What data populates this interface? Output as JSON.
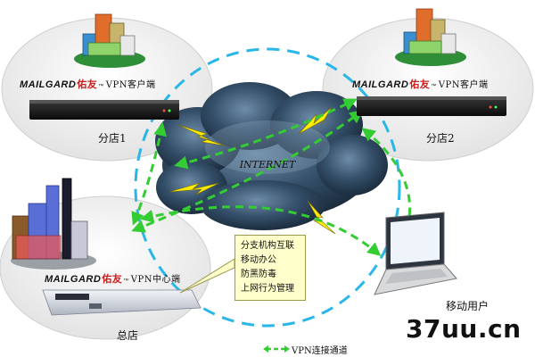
{
  "diagram": {
    "cloud_label": "INTERNET",
    "branch1": {
      "label": "分店1",
      "brand_mail": "MAILGARD",
      "brand_cn": "佑友",
      "brand_tm": "™",
      "role": "VPN客户端"
    },
    "branch2": {
      "label": "分店2",
      "brand_mail": "MAILGARD",
      "brand_cn": "佑友",
      "brand_tm": "™",
      "role": "VPN客户端"
    },
    "hq": {
      "label": "总店",
      "brand_mail": "MAILGARD",
      "brand_cn": "佑友",
      "brand_tm": "™",
      "role": "VPN中心端"
    },
    "mobile": {
      "label": "移动用户"
    },
    "features": [
      "分支机构互联",
      "移动办公",
      "防黑防毒",
      "上网行为管理"
    ],
    "legend": {
      "label": "VPN连接通道"
    },
    "watermark": "37uu.cn",
    "colors": {
      "dashed_ring": "#29b6e8",
      "vpn_arrow": "#33cc33",
      "lightning": "#ffee00",
      "cloud_dark": "#23394f",
      "cloud_light": "#7d9bb5",
      "brand_red": "#cc1e1e",
      "callout_bg": "#ffffcc"
    }
  }
}
